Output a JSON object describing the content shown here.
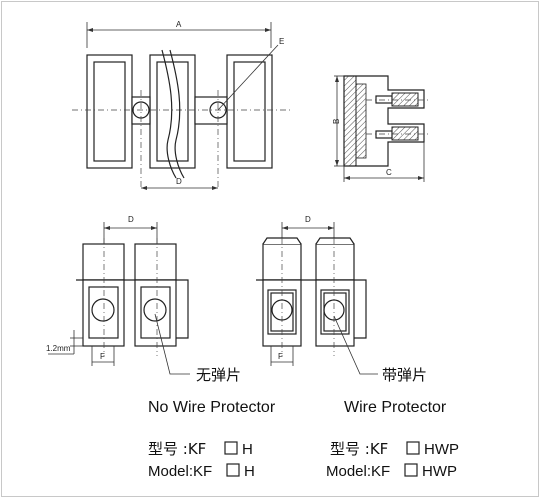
{
  "dims": {
    "a": "A",
    "b": "B",
    "c": "C",
    "d": "D",
    "e": "E",
    "f": "F",
    "offset": "1.2mm"
  },
  "left_variant": {
    "cn_label": "无弹片",
    "en_label": "No Wire Protector",
    "model_cn": "型号 :KF",
    "model_cn_suffix": "H",
    "model_en": "Model:KF",
    "model_en_suffix": "H"
  },
  "right_variant": {
    "cn_label": "带弹片",
    "en_label": "Wire Protector",
    "model_cn": "型号 :KF",
    "model_cn_suffix": "HWP",
    "model_en": "Model:KF",
    "model_en_suffix": "HWP"
  }
}
